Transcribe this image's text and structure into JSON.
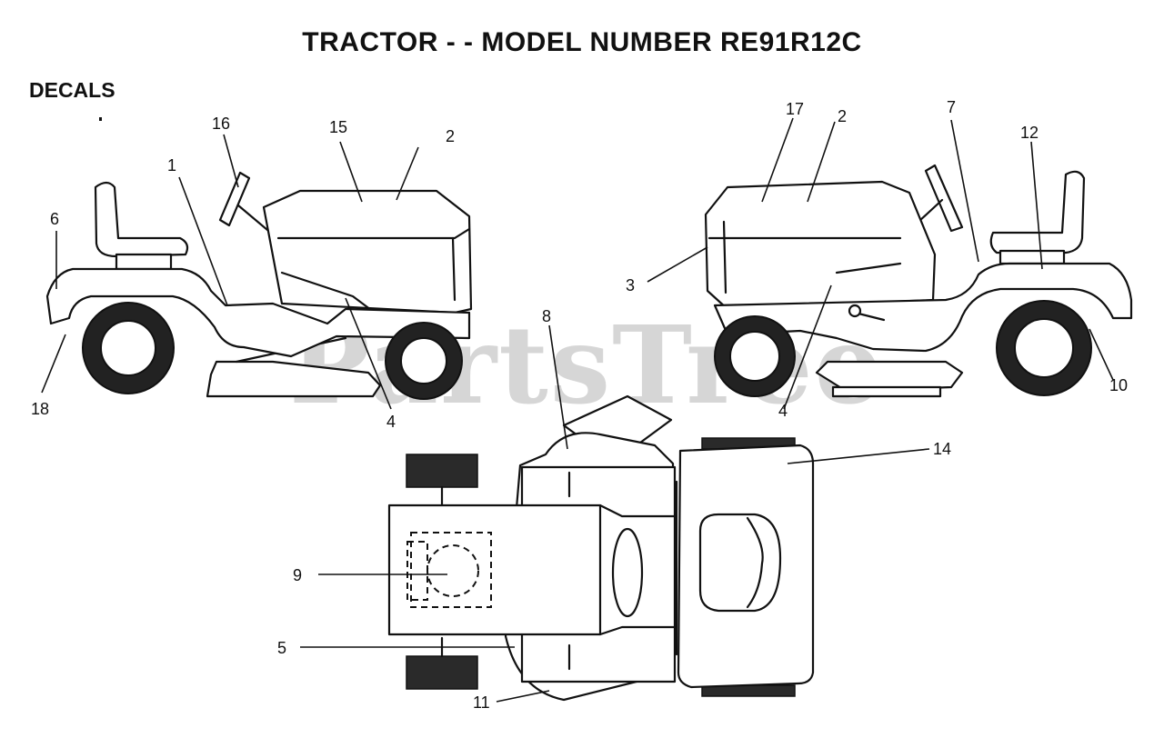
{
  "title": "TRACTOR - - MODEL NUMBER RE91R12C",
  "section_label": "DECALS",
  "watermark": "PartsTree",
  "callouts": {
    "c1": "1",
    "c2a": "2",
    "c2b": "2",
    "c3": "3",
    "c4a": "4",
    "c4b": "4",
    "c5": "5",
    "c6": "6",
    "c7": "7",
    "c8": "8",
    "c9": "9",
    "c10": "10",
    "c11": "11",
    "c12": "12",
    "c14": "14",
    "c15": "15",
    "c16": "16",
    "c17": "17",
    "c18": "18"
  }
}
